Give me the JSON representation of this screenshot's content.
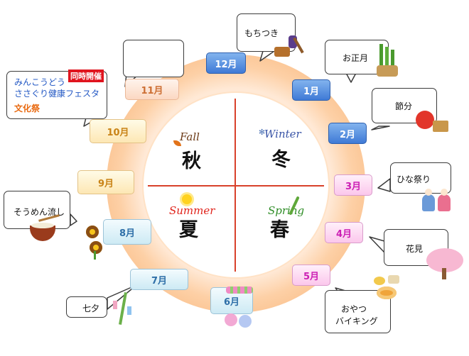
{
  "seasons": {
    "fall": {
      "label": "Fall",
      "kanji": "秋"
    },
    "winter": {
      "label": "Winter",
      "kanji": "冬"
    },
    "summer": {
      "label": "Summer",
      "kanji": "夏"
    },
    "spring": {
      "label": "Spring",
      "kanji": "春"
    }
  },
  "months": {
    "m12": "12月",
    "m1": "1月",
    "m2": "2月",
    "m3": "3月",
    "m4": "4月",
    "m5": "5月",
    "m6": "6月",
    "m7": "7月",
    "m8": "8月",
    "m9": "9月",
    "m10": "10月",
    "m11": "11月"
  },
  "events": {
    "mochitsuki": "もちつき",
    "oshogatsu": "お正月",
    "setsubun": "節分",
    "hinamatsuri": "ひな祭り",
    "hanami": "花見",
    "oyatsu_line1": "おやつ",
    "oyatsu_line2": "バイキング",
    "tanabata": "七夕",
    "somen": "そうめん流し",
    "festival_line1": "みんこうどう",
    "festival_line2": "ささぐり健康フェスタ",
    "festival_line3": "文化祭",
    "festival_badge": "同時開催",
    "november": ""
  },
  "colors": {
    "winter_tag": "#3f7ad6",
    "spring_tag": "#fbc7ec",
    "summer_tag": "#cdeaf4",
    "autumn_tag": "#fde7b4",
    "divider": "#d8402a",
    "badge": "#e0141e",
    "culture_festival": "#e9690f"
  }
}
